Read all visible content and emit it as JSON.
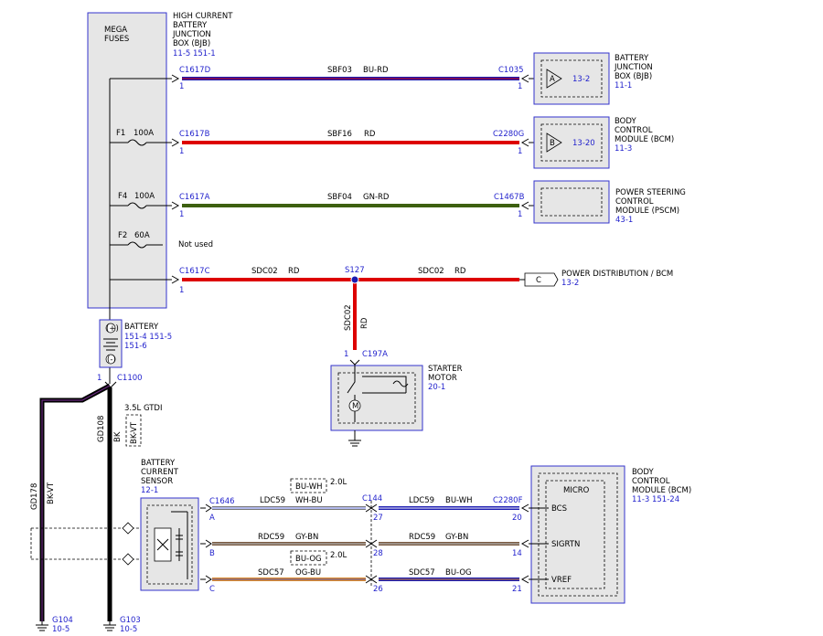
{
  "colors": {
    "blue_label": "#1f1fcc",
    "bu": "#1a1ab0",
    "rd": "#dd0000",
    "gn": "#3d6010",
    "bk": "#000000",
    "box_fill": "#e6e6e6",
    "box_stroke": "#3333cc"
  },
  "bjb": {
    "title": [
      "HIGH CURRENT",
      "BATTERY",
      "JUNCTION",
      "BOX (BJB)"
    ],
    "refs": "11-5   151-1",
    "mega_fuses": [
      "MEGA",
      "FUSES"
    ],
    "fuses": [
      {
        "name": "F1",
        "rating": "100A"
      },
      {
        "name": "F4",
        "rating": "100A"
      },
      {
        "name": "F2",
        "rating": "60A"
      }
    ],
    "not_used": "Not used"
  },
  "circuits": [
    {
      "connector": "C1617D",
      "pin": "1",
      "circuit": "SBF03",
      "color": "BU-RD",
      "dest_connector": "C1035",
      "dest_pin": "1"
    },
    {
      "connector": "C1617B",
      "pin": "1",
      "circuit": "SBF16",
      "color": "RD",
      "dest_connector": "C2280G",
      "dest_pin": "1"
    },
    {
      "connector": "C1617A",
      "pin": "1",
      "circuit": "SBF04",
      "color": "GN-RD",
      "dest_connector": "C1467B",
      "dest_pin": "1"
    },
    {
      "connector": "C1617C",
      "pin": "1",
      "circuit": "SDC02",
      "color": "RD",
      "splice": "S127",
      "circuit2": "SDC02",
      "color2": "RD"
    }
  ],
  "components": {
    "bjb_right": {
      "title": [
        "BATTERY",
        "JUNCTION",
        "BOX (BJB)"
      ],
      "ref": "11-1",
      "letter": "A",
      "page": "13-2"
    },
    "bcm_top": {
      "title": [
        "BODY",
        "CONTROL",
        "MODULE (BCM)"
      ],
      "ref": "11-3",
      "letter": "B",
      "page": "13-20"
    },
    "pscm": {
      "title": [
        "POWER STEERING",
        "CONTROL",
        "MODULE (PSCM)"
      ],
      "ref": "43-1"
    },
    "power_dist": {
      "letter": "C",
      "title": "POWER DISTRIBUTION / BCM",
      "ref": "13-2"
    },
    "starter": {
      "title": [
        "STARTER",
        "MOTOR"
      ],
      "ref": "20-1",
      "connector": "C197A",
      "pin": "1",
      "circuit": "SDC02",
      "color": "RD"
    },
    "battery": {
      "title": "BATTERY",
      "refs1": "151-4   151-5",
      "refs2": "151-6",
      "plus": "(+)",
      "minus": "(-)",
      "connector": "C1100",
      "pin": "1"
    },
    "engine_note": "3.5L GTDI",
    "gd108": {
      "circuit": "GD108",
      "color": "BK",
      "alt_color": "BK-VT"
    },
    "gd178": {
      "circuit": "GD178",
      "color": "BK-VT"
    },
    "g104": {
      "name": "G104",
      "ref": "10-5"
    },
    "g103": {
      "name": "G103",
      "ref": "10-5"
    },
    "bcs": {
      "title": [
        "BATTERY",
        "CURRENT",
        "SENSOR"
      ],
      "ref": "12-1",
      "connector": "C1646",
      "pins": [
        "A",
        "B",
        "C"
      ]
    },
    "bcm_bottom": {
      "title": [
        "BODY",
        "CONTROL",
        "MODULE (BCM)"
      ],
      "refs": "11-3   151-24",
      "micro": "MICRO",
      "pins": [
        "BCS",
        "SIGRTN",
        "VREF"
      ],
      "connector": "C2280F"
    }
  },
  "lower_circuits": [
    {
      "circuit": "LDC59",
      "color": "WH-BU",
      "circuit_b": "LDC59",
      "color_b": "BU-WH",
      "pin_c144": "27",
      "pin_bcm": "20",
      "alt": "BU-WH",
      "alt_note": "2.0L"
    },
    {
      "circuit": "RDC59",
      "color": "GY-BN",
      "circuit_b": "RDC59",
      "color_b": "GY-BN",
      "pin_c144": "28",
      "pin_bcm": "14",
      "alt": "BU-OG",
      "alt_note": "2.0L"
    },
    {
      "circuit": "SDC57",
      "color": "OG-BU",
      "circuit_b": "SDC57",
      "color_b": "BU-OG",
      "pin_c144": "26",
      "pin_bcm": "21"
    }
  ],
  "c144": "C144"
}
